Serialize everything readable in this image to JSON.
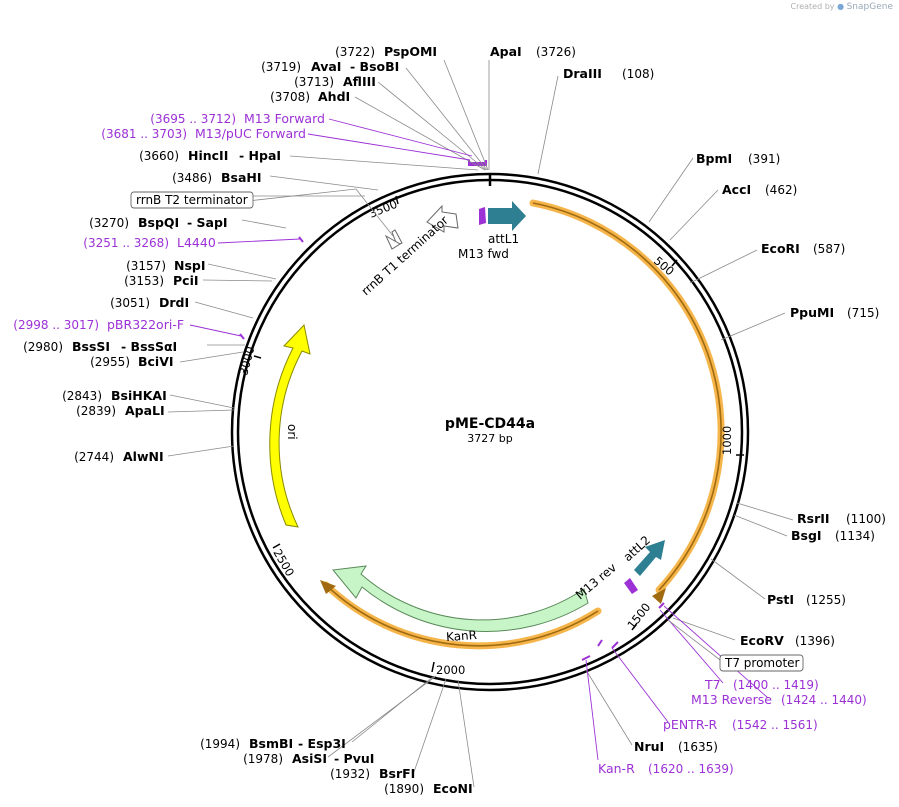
{
  "watermark": {
    "created_by": "Created by",
    "brand": "SnapGene"
  },
  "plasmid": {
    "name": "pME-CD44a",
    "length_label": "3727 bp",
    "length": 3727
  },
  "ticks": [
    "500",
    "1000",
    "1500",
    "2000",
    "2500",
    "3000",
    "3500"
  ],
  "sites_right": [
    {
      "name": "ApaI",
      "pos": "(3726)"
    },
    {
      "name": "DraIII",
      "pos": "(108)"
    },
    {
      "name": "BpmI",
      "pos": "(391)"
    },
    {
      "name": "AccI",
      "pos": "(462)"
    },
    {
      "name": "EcoRI",
      "pos": "(587)"
    },
    {
      "name": "PpuMI",
      "pos": "(715)"
    },
    {
      "name": "RsrII",
      "pos": "(1100)"
    },
    {
      "name": "BsgI",
      "pos": "(1134)"
    },
    {
      "name": "PstI",
      "pos": "(1255)"
    },
    {
      "name": "EcoRV",
      "pos": "(1396)"
    },
    {
      "name": "NruI",
      "pos": "(1635)"
    }
  ],
  "sites_left": [
    {
      "pos": "(3722)",
      "name": "PspOMI"
    },
    {
      "pos": "(3719)",
      "name": "AvaI",
      "name2": "- BsoBI"
    },
    {
      "pos": "(3713)",
      "name": "AflIII"
    },
    {
      "pos": "(3708)",
      "name": "AhdI"
    },
    {
      "pos": "(3660)",
      "name": "HincII",
      "name2": "- HpaI"
    },
    {
      "pos": "(3486)",
      "name": "BsaHI"
    },
    {
      "pos": "(3270)",
      "name": "BspQI",
      "name2": "- SapI"
    },
    {
      "pos": "(3157)",
      "name": "NspI"
    },
    {
      "pos": "(3153)",
      "name": "PciI"
    },
    {
      "pos": "(3051)",
      "name": "DrdI"
    },
    {
      "pos": "(2980)",
      "name": "BssSI",
      "name2": "- BssSαI"
    },
    {
      "pos": "(2955)",
      "name": "BciVI"
    },
    {
      "pos": "(2843)",
      "name": "BsiHKAI"
    },
    {
      "pos": "(2839)",
      "name": "ApaLI"
    },
    {
      "pos": "(2744)",
      "name": "AlwNI"
    },
    {
      "pos": "(1994)",
      "name": "BsmBI",
      "name2": "- Esp3I"
    },
    {
      "pos": "(1978)",
      "name": "AsiSI",
      "name2": "- PvuI"
    },
    {
      "pos": "(1932)",
      "name": "BsrFI"
    },
    {
      "pos": "(1890)",
      "name": "EcoNI"
    }
  ],
  "primers": [
    {
      "range": "(3695 .. 3712)",
      "name": "M13 Forward"
    },
    {
      "range": "(3681 .. 3703)",
      "name": "M13/pUC Forward"
    },
    {
      "range": "(3251 .. 3268)",
      "name": "L4440"
    },
    {
      "range": "(2998 .. 3017)",
      "name": "pBR322ori-F"
    },
    {
      "range": "(1400 .. 1419)",
      "name": "T7"
    },
    {
      "range": "(1424 .. 1440)",
      "name": "M13 Reverse"
    },
    {
      "range": "(1542 .. 1561)",
      "name": "pENTR-R"
    },
    {
      "range": "(1620 .. 1639)",
      "name": "Kan-R"
    }
  ],
  "boxed_features": [
    "rrnB T2 terminator",
    "T7 promoter"
  ],
  "features": [
    "attL1",
    "M13 fwd",
    "rrnB T1 terminator",
    "attL2",
    "M13 rev",
    "KanR",
    "ori"
  ],
  "colors": {
    "backbone": "#000000",
    "primer": "#9c31d6",
    "attL": "#2e7f91",
    "ori": "#ffff00",
    "kanr": "#c8f5c8",
    "insert_orange": "#f6b54a"
  }
}
